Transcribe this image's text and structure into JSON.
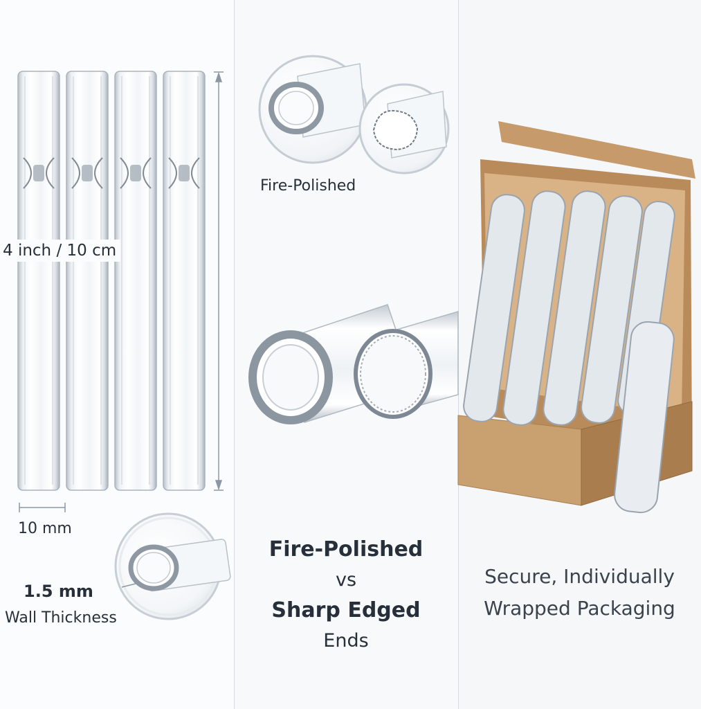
{
  "panel_left": {
    "length_label": "4 inch / 10 cm",
    "diameter_label": "10 mm",
    "wall_value": "1.5 mm",
    "wall_label": "Wall Thickness"
  },
  "panel_middle": {
    "top_label": "Fire-Polished",
    "caption_line1": "Fire-Polished",
    "caption_line2": "vs",
    "caption_line3": "Sharp Edged",
    "caption_line4": "Ends"
  },
  "panel_right": {
    "caption_line1": "Secure, Individually",
    "caption_line2": "Wrapped Packaging"
  },
  "colors": {
    "text_dark": "#27303a",
    "dimension_line": "#8d97a3",
    "cardboard": "#c69a6a"
  }
}
